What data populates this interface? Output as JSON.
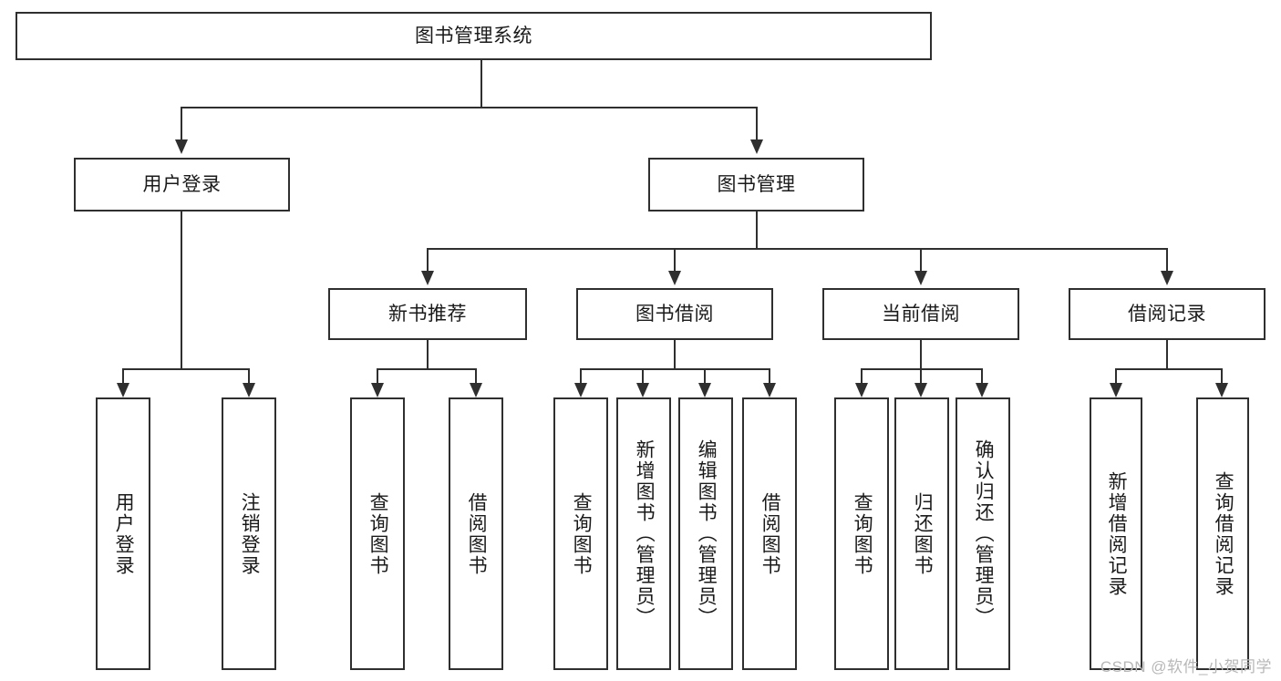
{
  "diagram": {
    "type": "hierarchy-tree",
    "title": "图书管理系统",
    "levels": 4,
    "colors": {
      "stroke": "#2f2f2f",
      "text": "#1a1a1a",
      "background": "#ffffff",
      "watermark": "#b8b8b8"
    },
    "root": {
      "label": "图书管理系统"
    },
    "level2": [
      {
        "id": "user-login",
        "label": "用户登录"
      },
      {
        "id": "book-manage",
        "label": "图书管理"
      }
    ],
    "level3": [
      {
        "id": "new-book-recommend",
        "label": "新书推荐",
        "parent": "book-manage"
      },
      {
        "id": "book-borrow",
        "label": "图书借阅",
        "parent": "book-manage"
      },
      {
        "id": "current-borrow",
        "label": "当前借阅",
        "parent": "book-manage"
      },
      {
        "id": "borrow-record",
        "label": "借阅记录",
        "parent": "book-manage"
      }
    ],
    "leaves": {
      "user-login": [
        {
          "id": "leaf-user-login",
          "label": "用户登录"
        },
        {
          "id": "leaf-logout",
          "label": "注销登录"
        }
      ],
      "new-book-recommend": [
        {
          "id": "leaf-query-book-1",
          "label": "查询图书"
        },
        {
          "id": "leaf-borrow-book-1",
          "label": "借阅图书"
        }
      ],
      "book-borrow": [
        {
          "id": "leaf-query-book-2",
          "label": "查询图书"
        },
        {
          "id": "leaf-add-book-admin",
          "label": "新增图书（管理员）"
        },
        {
          "id": "leaf-edit-book-admin",
          "label": "编辑图书（管理员）"
        },
        {
          "id": "leaf-borrow-book-2",
          "label": "借阅图书"
        }
      ],
      "current-borrow": [
        {
          "id": "leaf-query-book-3",
          "label": "查询图书"
        },
        {
          "id": "leaf-return-book",
          "label": "归还图书"
        },
        {
          "id": "leaf-confirm-return-admin",
          "label": "确认归还（管理员）"
        }
      ],
      "borrow-record": [
        {
          "id": "leaf-add-record",
          "label": "新增借阅记录"
        },
        {
          "id": "leaf-query-record",
          "label": "查询借阅记录"
        }
      ]
    }
  },
  "watermark": {
    "text": "CSDN @软件_小贺同学"
  }
}
